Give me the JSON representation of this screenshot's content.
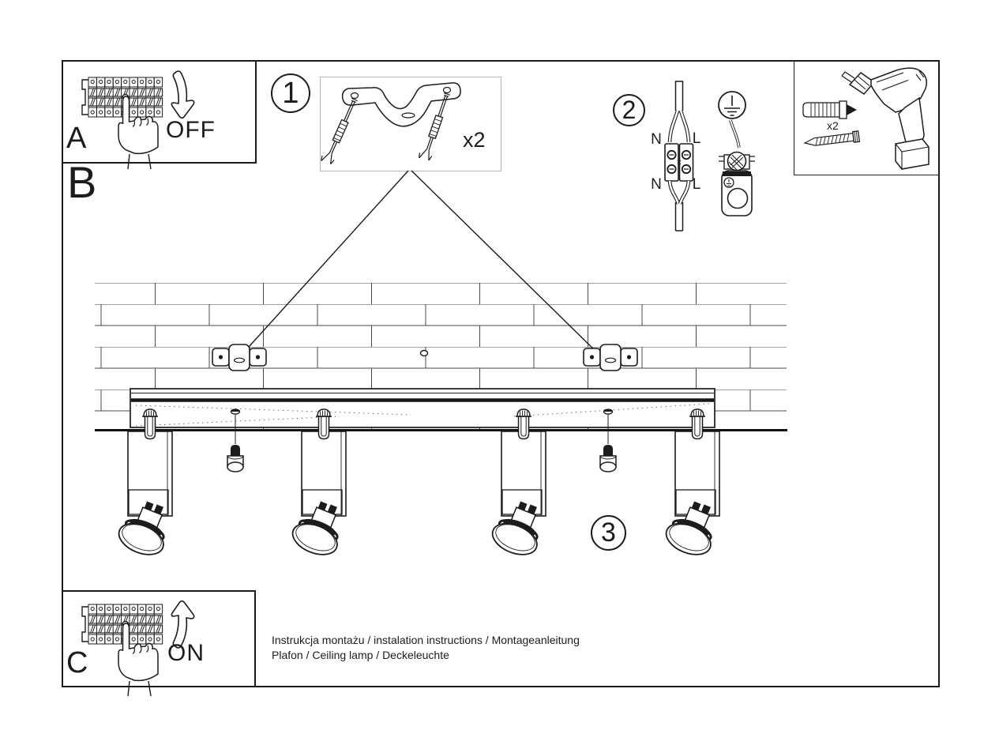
{
  "doc": {
    "background": "#ffffff",
    "ink": "#1c1c1c"
  },
  "panel_a": {
    "label": "A",
    "action": "OFF"
  },
  "panel_b": {
    "label": "B"
  },
  "step1": {
    "number": "1",
    "quantity": "x2"
  },
  "step2": {
    "number": "2",
    "terminals": {
      "top_left": "N",
      "top_right": "L",
      "bottom_left": "N",
      "bottom_right": "L"
    }
  },
  "step3": {
    "number": "3"
  },
  "toolbox": {
    "quantity": "x2"
  },
  "panel_c": {
    "label": "C",
    "action": "ON"
  },
  "footer": {
    "line1": "Instrukcja montażu / instalation instructions / Montageanleitung",
    "line2": "Plafon / Ceiling lamp / Deckeleuchte"
  }
}
